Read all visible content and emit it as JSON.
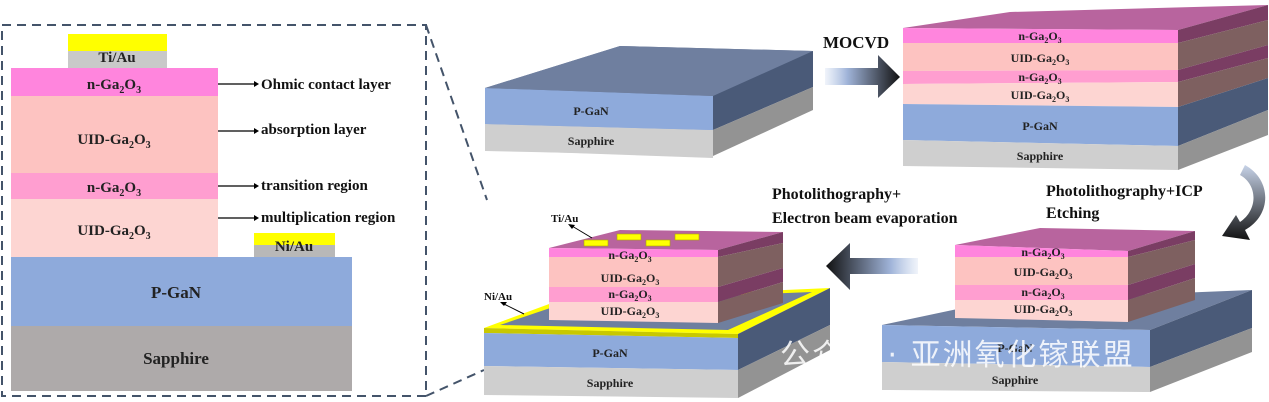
{
  "cross_section": {
    "top_contact": "Ti/Au",
    "side_contact": "Ni/Au",
    "layers": [
      {
        "name": "n-Ga2O3",
        "display": [
          "n-Ga",
          "2",
          "O",
          "3"
        ],
        "annotation": "Ohmic contact layer",
        "color": "#ff85dd"
      },
      {
        "name": "UID-Ga2O3",
        "display": [
          "UID-Ga",
          "2",
          "O",
          "3"
        ],
        "annotation": "absorption layer",
        "color": "#fdc3c1"
      },
      {
        "name": "n-Ga2O3",
        "display": [
          "n-Ga",
          "2",
          "O",
          "3"
        ],
        "annotation": "transition region",
        "color": "#ff9ed0"
      },
      {
        "name": "UID-Ga2O3",
        "display": [
          "UID-Ga",
          "2",
          "O",
          "3"
        ],
        "annotation": "multiplication region",
        "color": "#fdd5d2"
      },
      {
        "name": "P-GaN",
        "display": [
          "P-GaN"
        ],
        "annotation": "",
        "color": "#8eaadb"
      },
      {
        "name": "Sapphire",
        "display": [
          "Sapphire"
        ],
        "annotation": "",
        "color": "#aeaaaa"
      }
    ]
  },
  "process": {
    "step1": {
      "layers": [
        "P-GaN",
        "Sapphire"
      ]
    },
    "arrow1_label": "MOCVD",
    "step2": {
      "layers": [
        "n-Ga2O3",
        "UID-Ga2O3",
        "n-Ga2O3",
        "UID-Ga2O3",
        "P-GaN",
        "Sapphire"
      ]
    },
    "arrow2_label_line1": "Photolithography+ICP",
    "arrow2_label_line2": "Etching",
    "step3": {
      "layers": [
        "n-Ga2O3",
        "UID-Ga2O3",
        "n-Ga2O3",
        "UID-Ga2O3",
        "P-GaN",
        "Sapphire"
      ]
    },
    "arrow3_label_line1": "Photolithography+",
    "arrow3_label_line2": "Electron beam evaporation",
    "step4": {
      "layers": [
        "n-Ga2O3",
        "UID-Ga2O3",
        "n-Ga2O3",
        "UID-Ga2O3",
        "P-GaN",
        "Sapphire"
      ],
      "top_contact_label": "Ti/Au",
      "side_contact_label": "Ni/Au"
    }
  },
  "labels": {
    "pgan": "P-GaN",
    "sapphire": "Sapphire",
    "n": "n-Ga",
    "uid": "UID-Ga",
    "sub2": "2",
    "o": "O",
    "sub3": "3"
  },
  "watermark": "公众号 · 亚洲氧化镓联盟"
}
